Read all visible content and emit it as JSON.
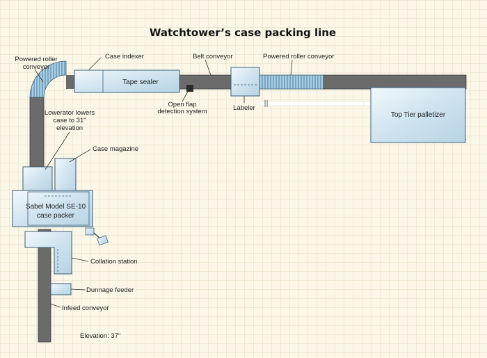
{
  "title": "Watchtower’s case packing line",
  "labels": {
    "powered_roller_top_left_1": "Powered roller",
    "powered_roller_top_left_2": "conveyor",
    "case_indexer": "Case indexer",
    "belt_conveyor": "Belt conveyor",
    "powered_roller_conveyor": "Powered roller conveyor",
    "tape_sealer": "Tape sealer",
    "open_flap_1": "Open flap",
    "open_flap_2": "detection system",
    "labeler": "Labeler",
    "palletizer": "Top Tier palletizer",
    "lowerator_1": "Lowerator lowers",
    "lowerator_2": "case to 31\"",
    "lowerator_3": "elevation",
    "case_magazine": "Case magazine",
    "case_packer_1": "Sabel Model SE-10",
    "case_packer_2": "case packer",
    "collation_station": "Collation station",
    "dunnage_feeder": "Dunnage feeder",
    "infeed_conveyor": "Infeed conveyor",
    "elevation": "Elevation: 37\""
  },
  "colors": {
    "background": "#fbf7e8",
    "grid": "#e3dcc4",
    "conveyor": "#6b6b6b",
    "machine_fill": "#d6e8f2",
    "machine_stroke": "#3a5f78",
    "roller": "#9cc3dc",
    "leader": "#2a2a2a"
  }
}
